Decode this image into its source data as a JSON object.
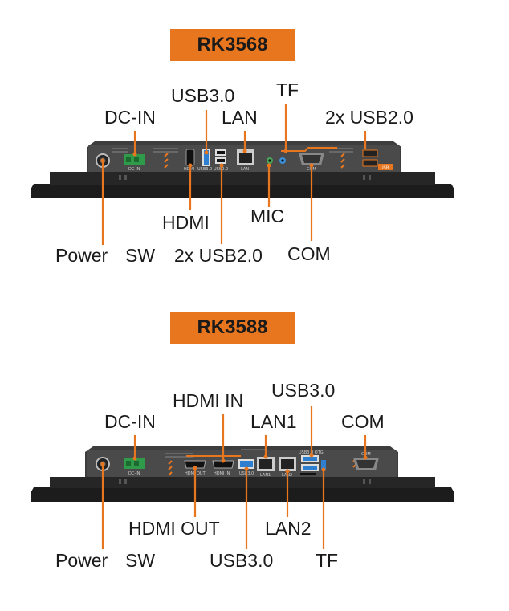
{
  "sections": [
    {
      "model": "RK3568",
      "labels": {
        "usb30": "USB3.0",
        "tf": "TF",
        "dcin": "DC-IN",
        "lan": "LAN",
        "usb20_right": "2x USB2.0",
        "hdmi": "HDMI",
        "mic": "MIC",
        "power": "Power",
        "sw": "SW",
        "usb20_bottom": "2x USB2.0",
        "com": "COM"
      },
      "port_text": {
        "dcin": "DC-IN",
        "hdmi": "HDMI",
        "usb30": "USB3.0",
        "usb20": "USB2.0",
        "lan": "LAN",
        "com": "COM",
        "usb": "USB"
      }
    },
    {
      "model": "RK3588",
      "labels": {
        "hdmi_in": "HDMI IN",
        "usb30_top": "USB3.0",
        "dcin": "DC-IN",
        "lan1": "LAN1",
        "com": "COM",
        "hdmi_out": "HDMI OUT",
        "lan2": "LAN2",
        "power": "Power",
        "sw": "SW",
        "usb30_bottom": "USB3.0",
        "tf": "TF"
      },
      "port_text": {
        "dcin": "DC-IN",
        "hdmi_out": "HDMI OUT",
        "hdmi_in": "HDMI IN",
        "usb30": "USB3.0",
        "lan1": "LAN1",
        "lan2": "LAN2",
        "usb_otg": "USB3.0 OTG",
        "com": "COM"
      }
    }
  ],
  "colors": {
    "accent": "#e8761e",
    "panel": "#1c1c1c",
    "housing": "#3a3a3a",
    "usb3_blue": "#2f7fd0",
    "terminal_green": "#2e9a4a"
  }
}
